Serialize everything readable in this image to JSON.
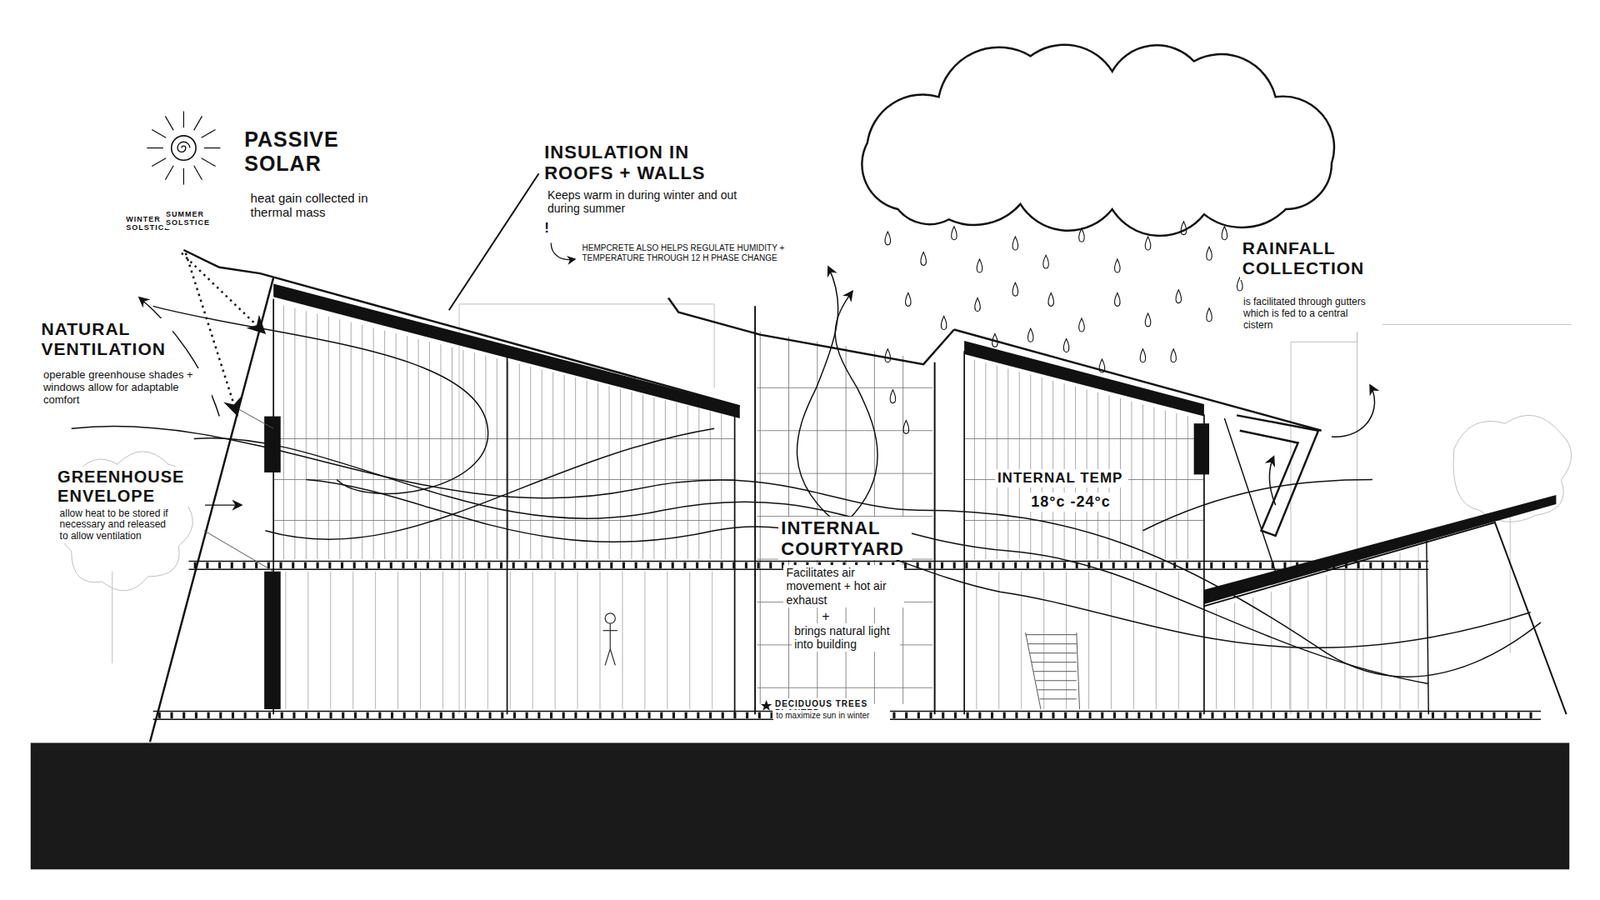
{
  "diagram": {
    "labels": [
      "PASSIVE SOLAR",
      "heat gain collected in thermal mass",
      "WINTER SOLSTICE",
      "SUMMER SOLSTICE",
      "INSULATION IN ROOFS + WALLS",
      "Keeps warm in during winter and out during summer",
      "!",
      "HEMPCRETE ALSO HELPS REGULATE HUMIDITY + TEMPERATURE THROUGH 12 H PHASE CHANGE",
      "NATURAL VENTILATION",
      "operable greenhouse shades + windows allow for adaptable comfort",
      "RAINFALL COLLECTION",
      "is facilitated through gutters which is fed to a central cistern",
      "GREENHOUSE ENVELOPE",
      "allow heat to be stored if necessary and released to allow ventilation",
      "INTERNAL TEMP",
      "18°c -24°c",
      "INTERNAL COURTYARD",
      "Facilitates air movement + hot air exhaust",
      "+",
      "brings natural light into building",
      "DECIDUOUS TREES PLANTED",
      "to maximize sun in winter"
    ]
  }
}
